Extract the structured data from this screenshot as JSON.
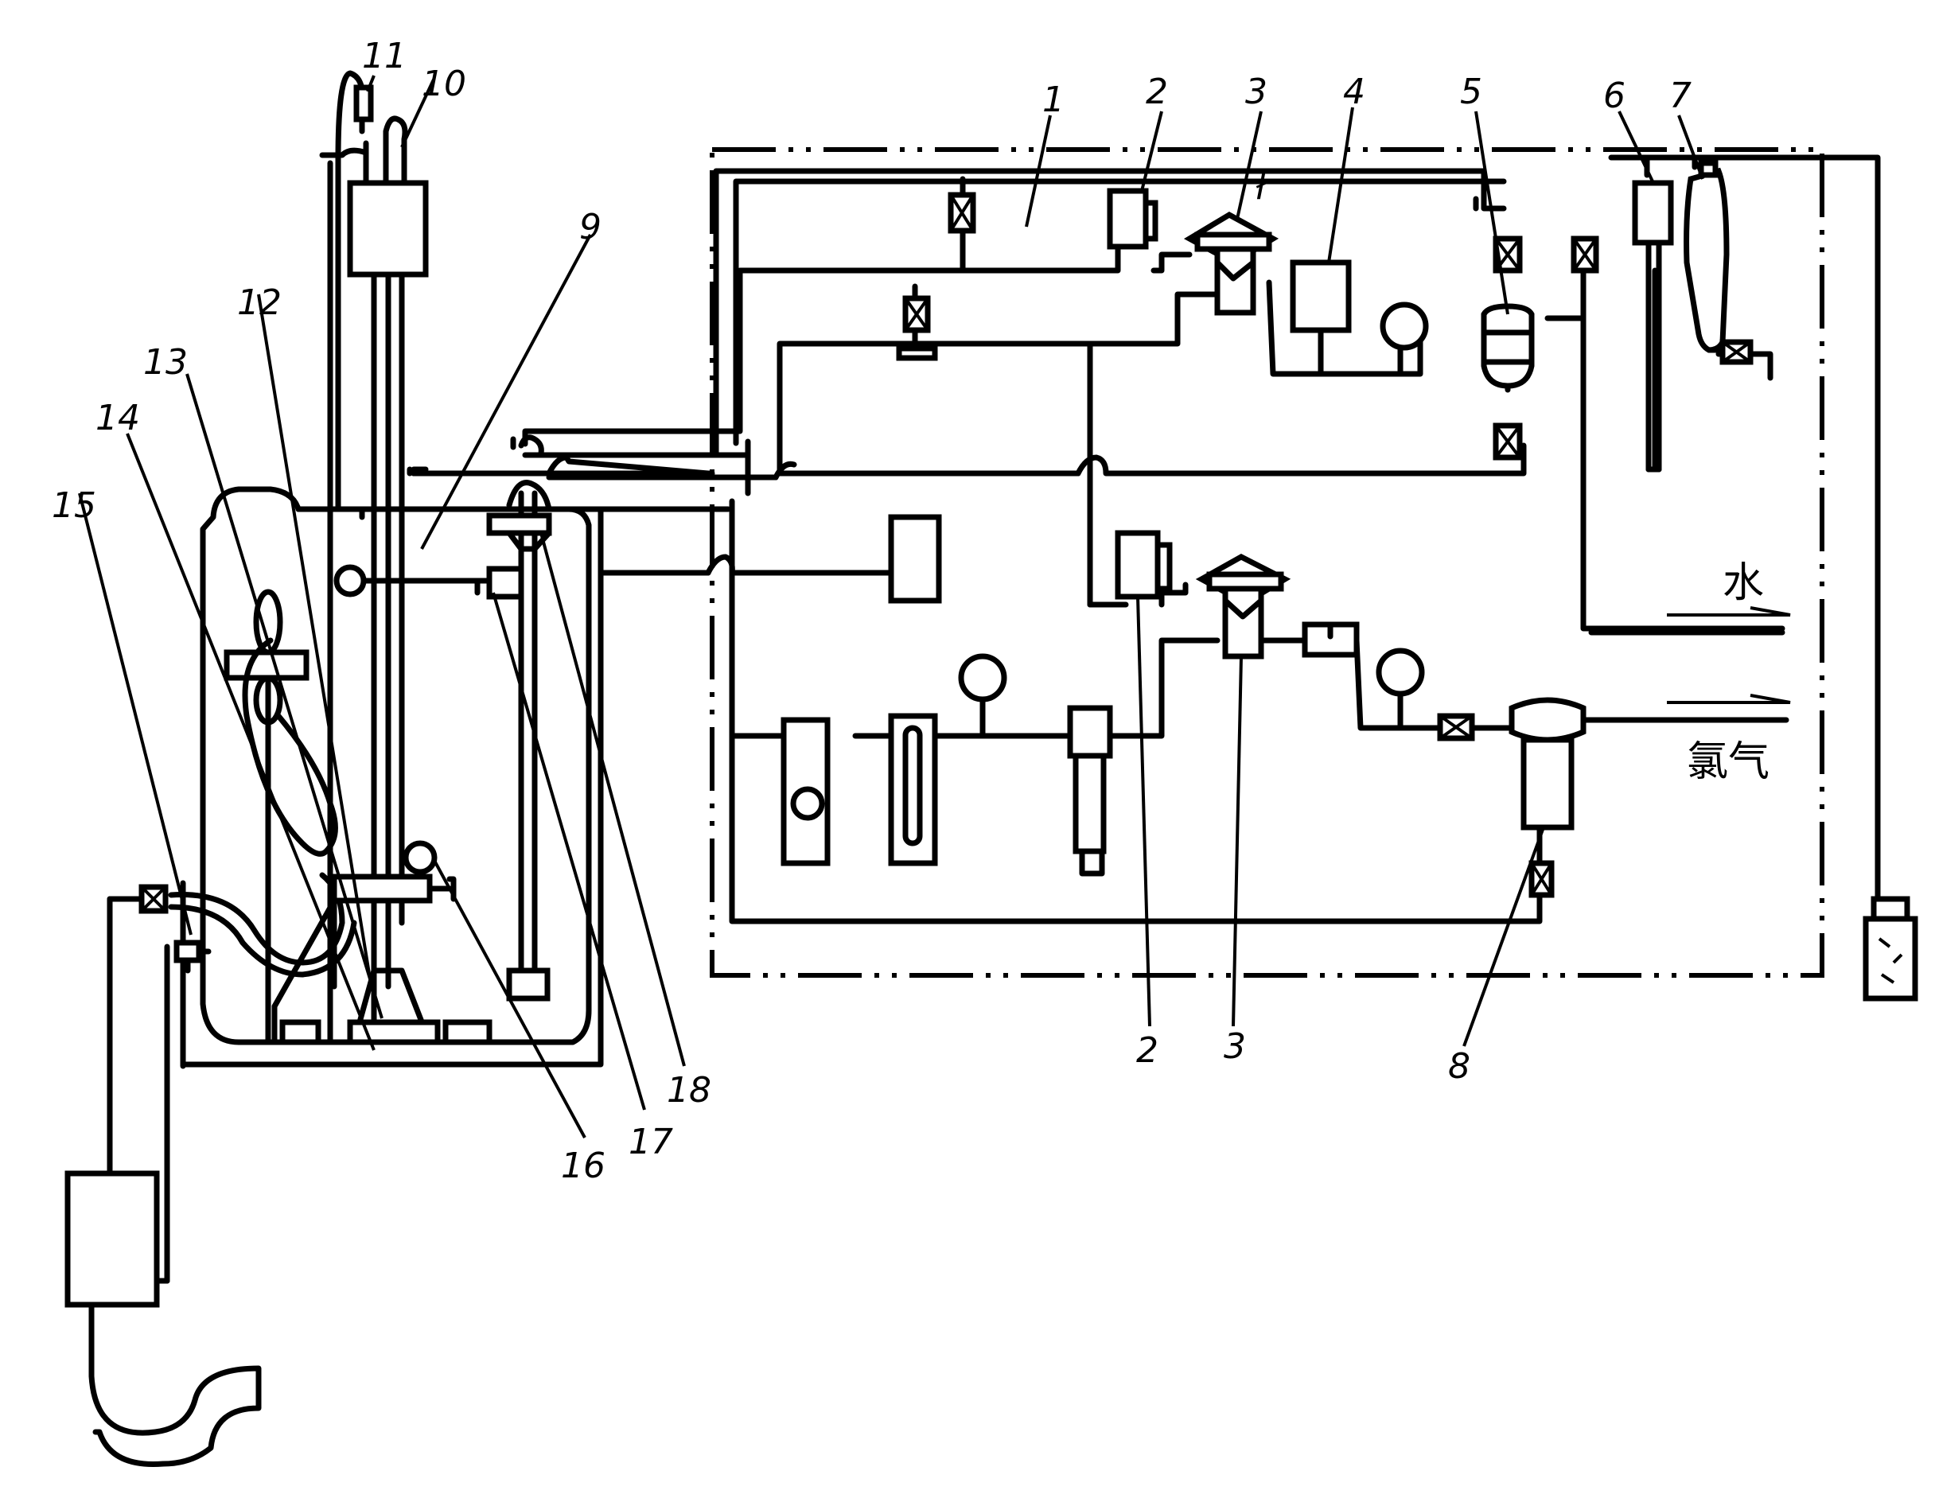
{
  "labels": {
    "n1": "1",
    "n2a": "2",
    "n2b": "2",
    "n3a": "3",
    "n3b": "3",
    "n4": "4",
    "n5": "5",
    "n6": "6",
    "n7": "7",
    "n8": "8",
    "n9": "9",
    "n10": "10",
    "n11": "11",
    "n12": "12",
    "n13": "13",
    "n14": "14",
    "n15": "15",
    "n16": "16",
    "n17": "17",
    "n18": "18",
    "water": "水",
    "chlorine": "氯气"
  },
  "icons": {
    "valve": "valve-icon",
    "gauge": "pressure-gauge-icon",
    "ejector": "ejector-icon",
    "flowmeter": "rotameter-icon",
    "bottle": "bottle-icon"
  }
}
